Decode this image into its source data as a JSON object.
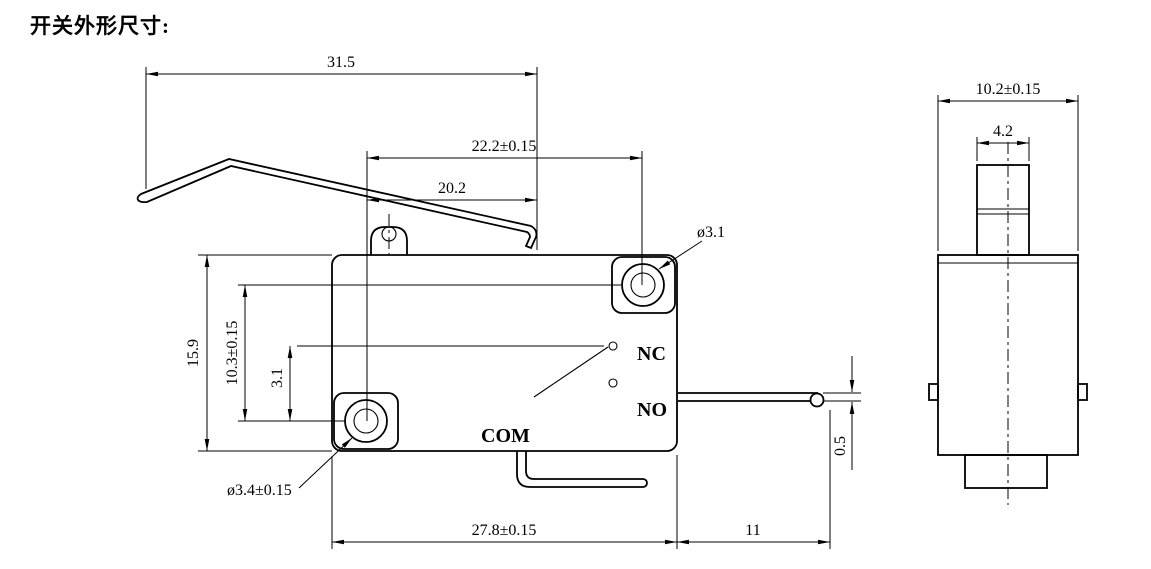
{
  "title": "开关外形尺寸:",
  "terminals": {
    "nc": "NC",
    "no": "NO",
    "com": "COM"
  },
  "dimensions": {
    "front": {
      "lever_length": "31.5",
      "mounting_hole_spacing_h": "22.2±0.15",
      "lever_span": "20.2",
      "top_mounting_hole_dia": "ø3.1",
      "body_height": "15.9",
      "mounting_hole_spacing_v": "10.3±0.15",
      "contact_to_hole_offset": "3.1",
      "bottom_mounting_hole_dia": "ø3.4±0.15",
      "body_width": "27.8±0.15",
      "terminal_length": "11",
      "terminal_thickness": "0.5"
    },
    "side": {
      "overall_width": "10.2±0.15",
      "plunger_width": "4.2"
    }
  },
  "colors": {
    "line": "#000000",
    "background": "#ffffff"
  }
}
